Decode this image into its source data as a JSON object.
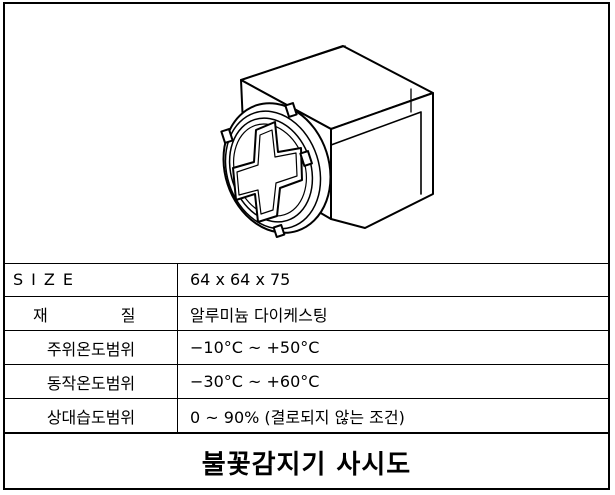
{
  "drawing": {
    "subject": "flame-detector-isometric-sketch"
  },
  "specs": [
    {
      "label": "SIZE",
      "value": "64 x 64 x 75"
    },
    {
      "label": "재 질",
      "value": "알루미늄 다이케스팅"
    },
    {
      "label": "주위온도범위",
      "value": "−10°C ~ +50°C"
    },
    {
      "label": "동작온도범위",
      "value": "−30°C ~ +60°C"
    },
    {
      "label": "상대습도범위",
      "value": "0 ~ 90% (결로되지 않는 조건)"
    }
  ],
  "caption": "불꽃감지기 사시도"
}
